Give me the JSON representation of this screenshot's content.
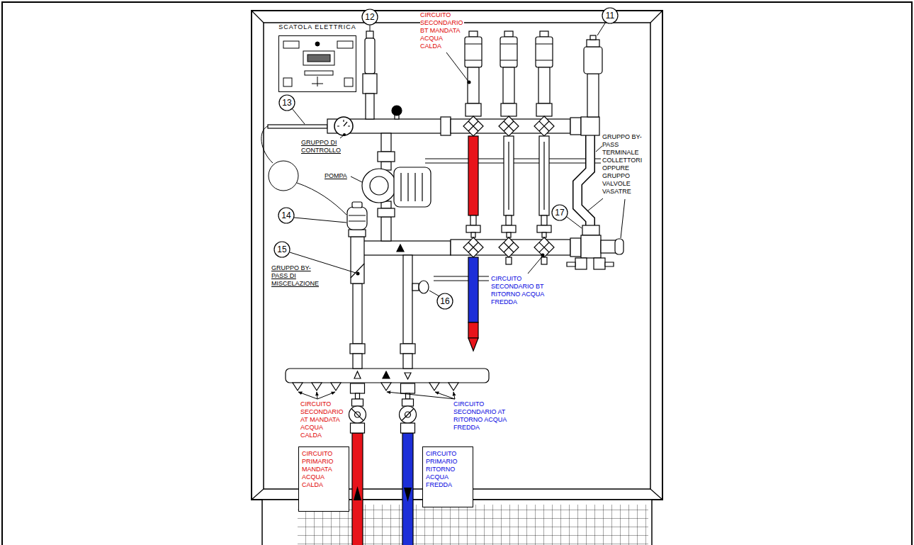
{
  "diagram": {
    "nodes": [
      {
        "text": [
          "SCATOLA ELETTRICA"
        ]
      },
      {
        "text": [
          "CIRCUITO PRIMARIO MANDATA ACQUA CALDA"
        ]
      },
      {
        "text": [
          "CIRCUITO PRIMARIO RITORNO ACQUA FREDDA"
        ]
      }
    ],
    "labels": [
      "12",
      "CIRCUITO SECONDARIO BT MANDATA ACQUA CALDA",
      "11",
      "13",
      "GRUPPO DI CONTROLLO",
      "GRUPPO BY-PASS TERMINALE COLLETTORI OPPURE GRUPPO VALVOLE VASATRE",
      "POMPA",
      "14",
      "17",
      "15",
      "GRUPPO BY-PASS DI MISCELAZIONE",
      "CIRCUITO SECONDARIO BT RITORNO ACQUA FREDDA",
      "16",
      "CIRCUITO SECONDARIO AT MANDATA ACQUA CALDA",
      "CIRCUITO SECONDARIO AT RITORNO ACQUA FREDDA"
    ]
  }
}
